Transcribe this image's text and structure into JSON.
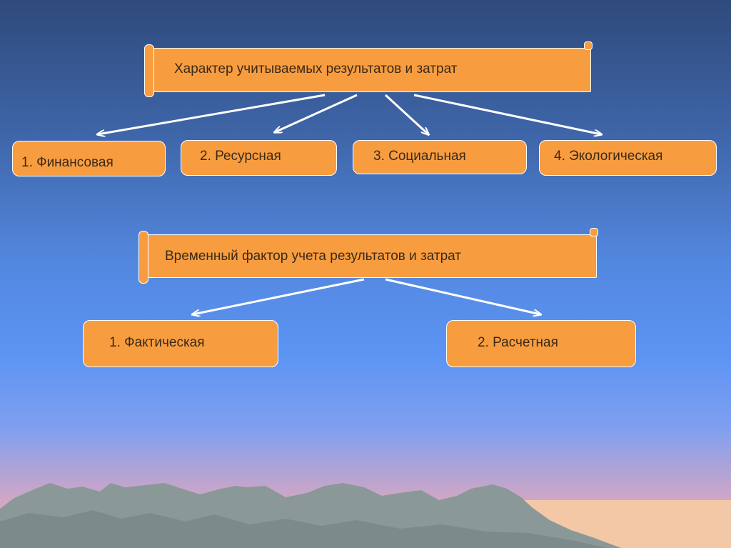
{
  "diagram": {
    "group1": {
      "header": "Характер учитываемых результатов и затрат",
      "items": [
        "1. Финансовая",
        "2. Ресурсная",
        "3. Социальная",
        "4. Экологическая"
      ]
    },
    "group2": {
      "header": "Временный фактор учета результатов и затрат",
      "items": [
        "1. Фактическая",
        "2. Расчетная"
      ]
    }
  },
  "colors": {
    "box_fill": "#f89d3f",
    "box_border": "#ffffff",
    "text": "#3b2a19",
    "arrow": "#ffffff"
  }
}
